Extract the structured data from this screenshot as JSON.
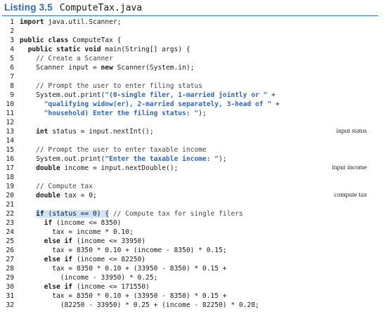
{
  "listing": {
    "label": "Listing 3.5",
    "filename": "ComputeTax.java"
  },
  "lines": [
    {
      "n": "1",
      "t": [
        {
          "k": "kw",
          "v": "import"
        },
        {
          "k": "",
          "v": " java.util.Scanner;"
        }
      ]
    },
    {
      "n": "2",
      "t": []
    },
    {
      "n": "3",
      "t": [
        {
          "k": "kw",
          "v": "public class"
        },
        {
          "k": "",
          "v": " ComputeTax {"
        }
      ]
    },
    {
      "n": "4",
      "t": [
        {
          "k": "",
          "v": "  "
        },
        {
          "k": "kw",
          "v": "public static void"
        },
        {
          "k": "",
          "v": " main(String[] args) {"
        }
      ]
    },
    {
      "n": "5",
      "t": [
        {
          "k": "",
          "v": "    "
        },
        {
          "k": "cm",
          "v": "// Create a Scanner"
        }
      ]
    },
    {
      "n": "6",
      "t": [
        {
          "k": "",
          "v": "    Scanner input = "
        },
        {
          "k": "kw",
          "v": "new"
        },
        {
          "k": "",
          "v": " Scanner(System.in);"
        }
      ]
    },
    {
      "n": "7",
      "t": []
    },
    {
      "n": "8",
      "t": [
        {
          "k": "",
          "v": "    "
        },
        {
          "k": "cm",
          "v": "// Prompt the user to enter filing status"
        }
      ]
    },
    {
      "n": "9",
      "t": [
        {
          "k": "",
          "v": "    System.out.print("
        },
        {
          "k": "str",
          "v": "\"(0-single filer, 1-married jointly or \""
        },
        {
          "k": "",
          "v": " +"
        }
      ]
    },
    {
      "n": "10",
      "t": [
        {
          "k": "",
          "v": "      "
        },
        {
          "k": "str",
          "v": "\"qualifying widow(er), 2-married separately, 3-head of \""
        },
        {
          "k": "",
          "v": " +"
        }
      ]
    },
    {
      "n": "11",
      "t": [
        {
          "k": "",
          "v": "      "
        },
        {
          "k": "str",
          "v": "\"household) Enter the filing status: \""
        },
        {
          "k": "",
          "v": ");"
        }
      ]
    },
    {
      "n": "12",
      "t": []
    },
    {
      "n": "13",
      "t": [
        {
          "k": "",
          "v": "    "
        },
        {
          "k": "kw",
          "v": "int"
        },
        {
          "k": "",
          "v": " status = input.nextInt();"
        }
      ]
    },
    {
      "n": "14",
      "t": []
    },
    {
      "n": "15",
      "t": [
        {
          "k": "",
          "v": "    "
        },
        {
          "k": "cm",
          "v": "// Prompt the user to enter taxable income"
        }
      ]
    },
    {
      "n": "16",
      "t": [
        {
          "k": "",
          "v": "    System.out.print("
        },
        {
          "k": "str",
          "v": "\"Enter the taxable income: \""
        },
        {
          "k": "",
          "v": ");"
        }
      ]
    },
    {
      "n": "17",
      "t": [
        {
          "k": "",
          "v": "    "
        },
        {
          "k": "kw",
          "v": "double"
        },
        {
          "k": "",
          "v": " income = input.nextDouble();"
        }
      ]
    },
    {
      "n": "18",
      "t": []
    },
    {
      "n": "19",
      "t": [
        {
          "k": "",
          "v": "    "
        },
        {
          "k": "cm",
          "v": "// Compute tax"
        }
      ]
    },
    {
      "n": "20",
      "t": [
        {
          "k": "",
          "v": "    "
        },
        {
          "k": "kw",
          "v": "double"
        },
        {
          "k": "",
          "v": " tax = 0;"
        }
      ]
    },
    {
      "n": "21",
      "t": []
    },
    {
      "n": "22",
      "t": [
        {
          "k": "",
          "v": "    "
        },
        {
          "k": "hl",
          "v": "if (status == 0) {"
        },
        {
          "k": "",
          "v": " "
        },
        {
          "k": "cm",
          "v": "// Compute tax for single filers"
        }
      ]
    },
    {
      "n": "23",
      "t": [
        {
          "k": "",
          "v": "      "
        },
        {
          "k": "kw",
          "v": "if"
        },
        {
          "k": "",
          "v": " (income <= 8350)"
        }
      ]
    },
    {
      "n": "24",
      "t": [
        {
          "k": "",
          "v": "        tax = income * 0.10;"
        }
      ]
    },
    {
      "n": "25",
      "t": [
        {
          "k": "",
          "v": "      "
        },
        {
          "k": "kw",
          "v": "else if"
        },
        {
          "k": "",
          "v": " (income <= 33950)"
        }
      ]
    },
    {
      "n": "26",
      "t": [
        {
          "k": "",
          "v": "        tax = 8350 * 0.10 + (income - 8350) * 0.15;"
        }
      ]
    },
    {
      "n": "27",
      "t": [
        {
          "k": "",
          "v": "      "
        },
        {
          "k": "kw",
          "v": "else if"
        },
        {
          "k": "",
          "v": " (income <= 82250)"
        }
      ]
    },
    {
      "n": "28",
      "t": [
        {
          "k": "",
          "v": "        tax = 8350 * 0.10 + (33950 - 8350) * 0.15 +"
        }
      ]
    },
    {
      "n": "29",
      "t": [
        {
          "k": "",
          "v": "          (income - 33950) * 0.25;"
        }
      ]
    },
    {
      "n": "30",
      "t": [
        {
          "k": "",
          "v": "      "
        },
        {
          "k": "kw",
          "v": "else if"
        },
        {
          "k": "",
          "v": " (income <= 171550)"
        }
      ]
    },
    {
      "n": "31",
      "t": [
        {
          "k": "",
          "v": "        tax = 8350 * 0.10 + (33950 - 8350) * 0.15 +"
        }
      ]
    },
    {
      "n": "32",
      "t": [
        {
          "k": "",
          "v": "          (82250 - 33950) * 0.25 + (income - 82250) * 0.28;"
        }
      ]
    }
  ],
  "notes": [
    {
      "line": "13",
      "text": "input status"
    },
    {
      "line": "17",
      "text": "input income"
    },
    {
      "line": "20",
      "text": "compute tax"
    }
  ]
}
